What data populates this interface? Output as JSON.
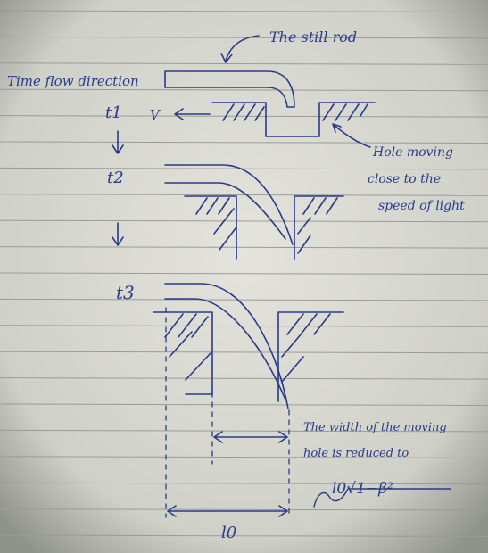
{
  "labels": {
    "still_rod": "The still rod",
    "time_flow": "Time flow direction",
    "t1": "t1",
    "t2": "t2",
    "t3": "t3",
    "velocity": "V",
    "hole_note_line1": "Hole moving",
    "hole_note_line2": "close to the",
    "hole_note_line3": "speed of light",
    "width_note_line1": "The width of the moving",
    "width_note_line2": "hole is reduced to",
    "formula": "l0√1−β²",
    "l0": "l0"
  },
  "colors": {
    "ink": "#2a3a8a",
    "paper": "#dcdcd4",
    "rule": "#9a9c98"
  }
}
